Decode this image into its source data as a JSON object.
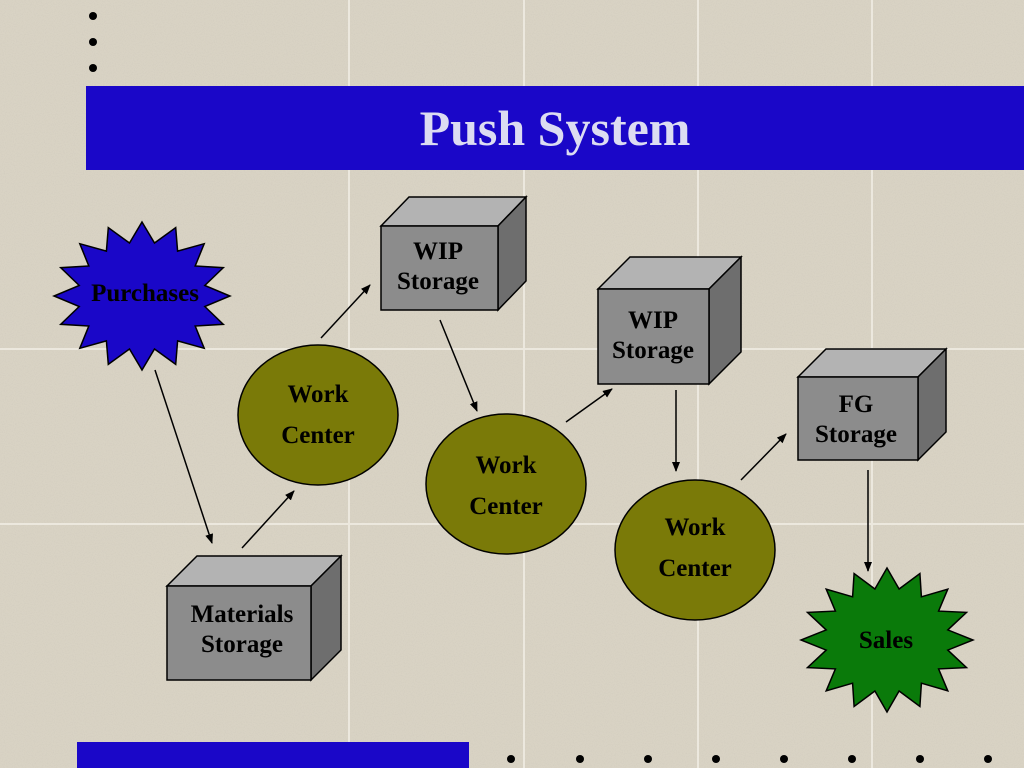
{
  "title": "Push System",
  "nodes": {
    "purchases": "Purchases",
    "materials_storage": [
      "Materials",
      "Storage"
    ],
    "work_center_1": [
      "Work",
      "Center"
    ],
    "wip_storage_1": [
      "WIP",
      "Storage"
    ],
    "work_center_2": [
      "Work",
      "Center"
    ],
    "wip_storage_2": [
      "WIP",
      "Storage"
    ],
    "work_center_3": [
      "Work",
      "Center"
    ],
    "fg_storage": [
      "FG",
      "Storage"
    ],
    "sales": "Sales"
  },
  "colors": {
    "title_band": "#1a07c8",
    "title_text": "#dcdcf2",
    "purchases_fill": "#1a07c8",
    "sales_fill": "#0a7a0a",
    "work_center_fill": "#7a7a08",
    "box_front": "#8c8c8c",
    "box_top": "#b3b3b3",
    "box_side": "#6e6e6e"
  }
}
